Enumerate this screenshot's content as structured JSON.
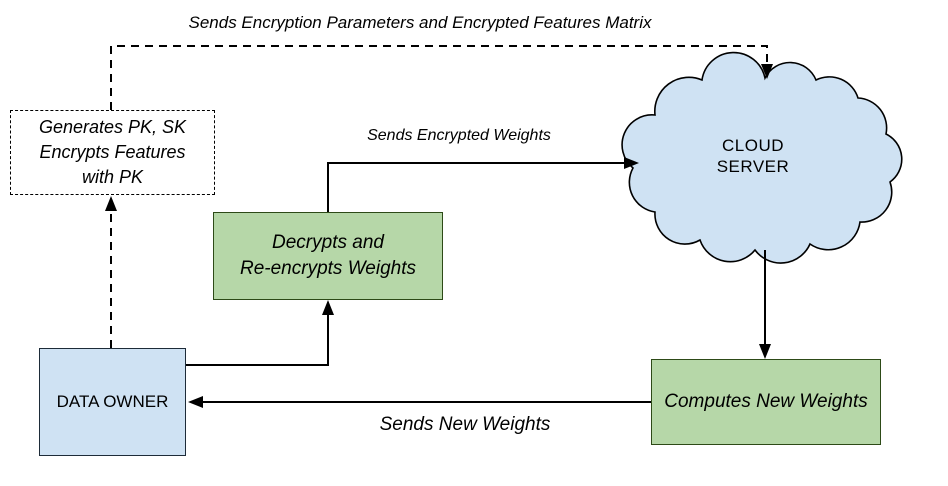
{
  "diagram": {
    "nodes": {
      "key_generation": {
        "lines": [
          "Generates PK, SK",
          "Encrypts Features",
          "with PK"
        ]
      },
      "decrypt_reencrypt": {
        "lines": [
          "Decrypts and",
          "Re-encrypts Weights"
        ]
      },
      "cloud_server": {
        "lines": [
          "CLOUD",
          "SERVER"
        ]
      },
      "data_owner": {
        "label": "DATA OWNER"
      },
      "compute_weights": {
        "label": "Computes New Weights"
      }
    },
    "edge_labels": {
      "sends_encryption_params": "Sends Encryption Parameters and Encrypted Features Matrix",
      "sends_encrypted_weights": "Sends Encrypted Weights",
      "sends_new_weights": "Sends New Weights"
    }
  },
  "colors": {
    "node_blue": "#cfe2f3",
    "node_green": "#b6d7a8",
    "border_blue": "#1d2b38",
    "border_green": "#2d4a17",
    "line_color": "#000000"
  }
}
